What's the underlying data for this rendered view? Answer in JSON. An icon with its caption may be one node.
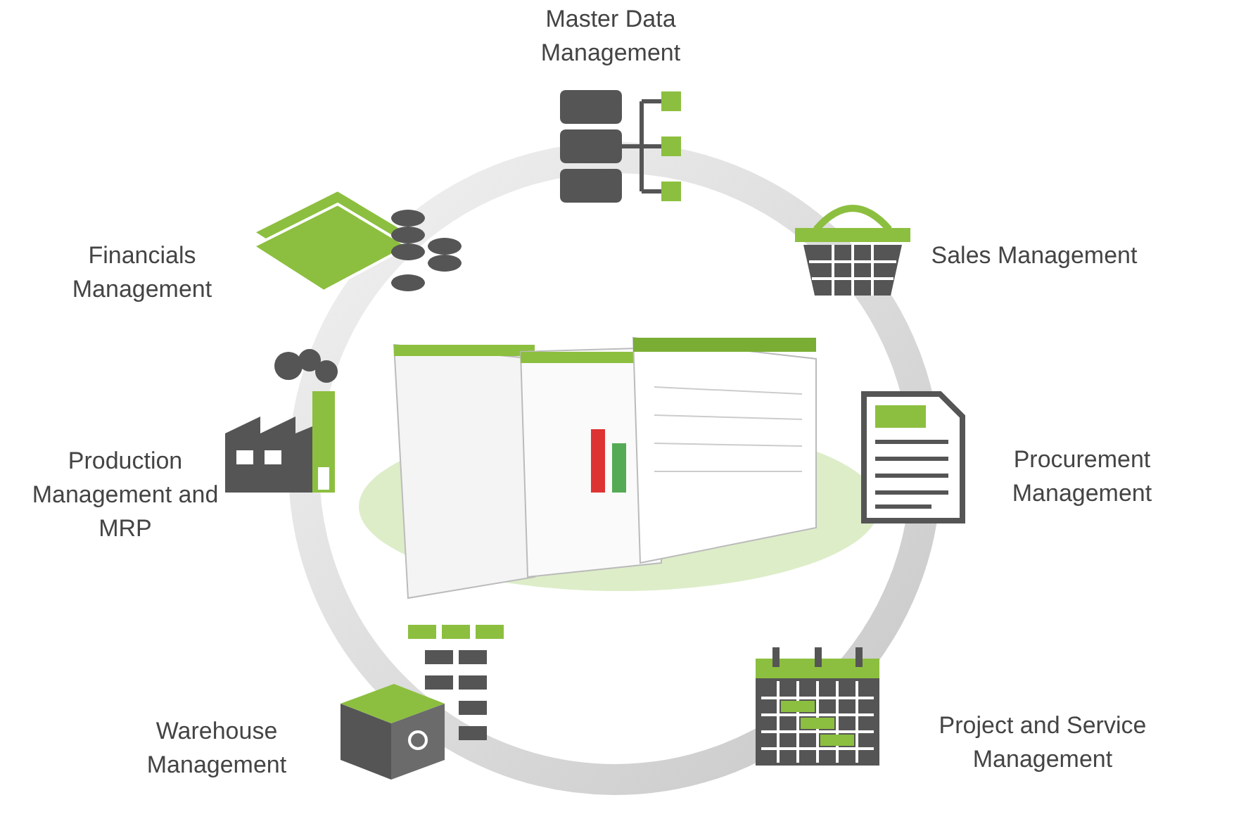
{
  "diagram": {
    "nodes": [
      {
        "text": [
          "Master Data Management"
        ]
      },
      {
        "text": [
          "Financials Management"
        ]
      },
      {
        "text": [
          "Sales Management"
        ]
      },
      {
        "text": [
          "Production Management and MRP"
        ]
      },
      {
        "text": [
          "Procurement Management"
        ]
      },
      {
        "text": [
          "Warehouse Management"
        ]
      },
      {
        "text": [
          "Project and Service Management"
        ]
      }
    ]
  }
}
